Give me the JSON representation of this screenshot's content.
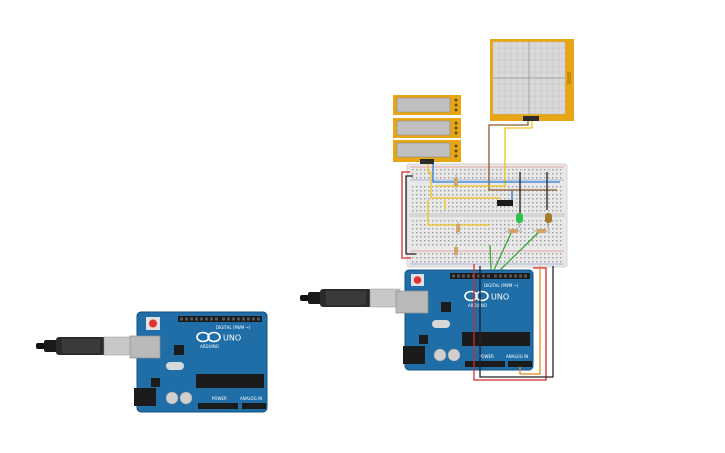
{
  "arduinos": [
    {
      "id": "uno-left",
      "logo_text": "UNO",
      "brand_text": "ARDUINO",
      "digital_label": "DIGITAL (PWM ~)",
      "power_label": "POWER",
      "analog_label": "ANALOG IN"
    },
    {
      "id": "uno-right",
      "logo_text": "UNO",
      "brand_text": "ARDUINO",
      "digital_label": "DIGITAL (PWM ~)",
      "power_label": "POWER",
      "analog_label": "ANALOG IN"
    }
  ],
  "components": {
    "sliders": 3,
    "leds": [
      "green",
      "amber"
    ],
    "resistors": 5,
    "ic": 1
  },
  "colors": {
    "board": "#1f6ea8",
    "board_dark": "#175a8c",
    "breadboard": "#e8e8e8",
    "module_border": "#e8a516",
    "wire_red": "#d22b2b",
    "wire_black": "#222222",
    "wire_yellow": "#f2c21b",
    "wire_blue": "#2a7fd4",
    "wire_green": "#3aa63a",
    "wire_brown": "#8b5a2b",
    "wire_orange": "#e88a1a"
  }
}
